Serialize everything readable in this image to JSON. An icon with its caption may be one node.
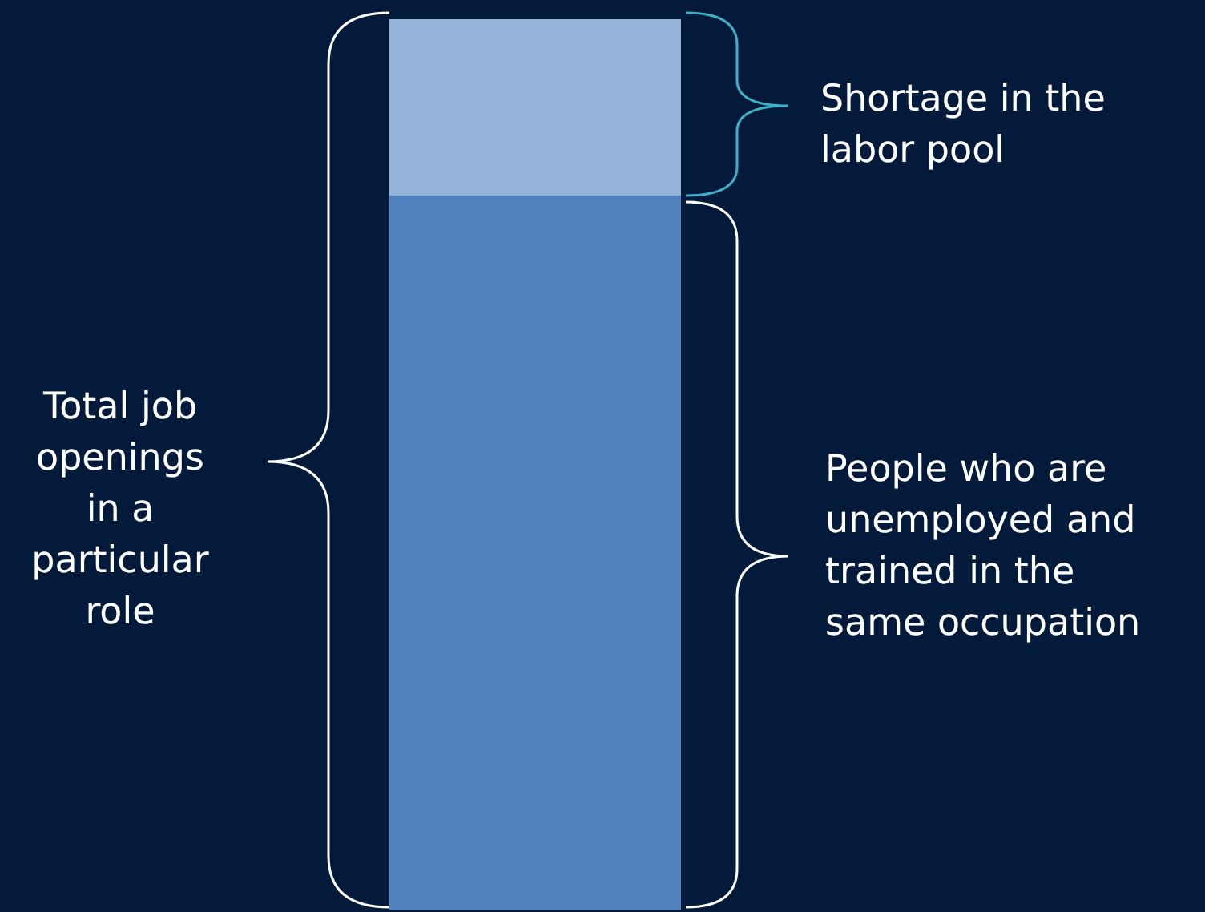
{
  "diagram": {
    "nodes": [
      {
        "text": [],
        "shape": "bar"
      },
      {
        "text": [],
        "shape": "bar"
      }
    ],
    "labels": [
      "Shortage in the labor pool",
      "Total job openings in a particular role",
      "People who are unemployed and trained in the same occupation"
    ]
  }
}
